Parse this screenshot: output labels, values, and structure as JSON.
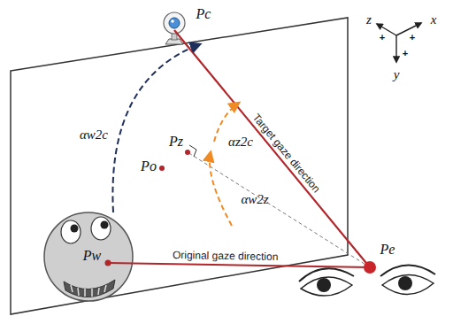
{
  "diagram": {
    "labels": [
      "Pc",
      "Pw",
      "Pz",
      "Po",
      "Pe",
      "αw2c",
      "αz2c",
      "αw2z",
      "Target gaze direction",
      "Original gaze direction",
      "z",
      "x",
      "y",
      "+",
      "+",
      "+"
    ]
  }
}
